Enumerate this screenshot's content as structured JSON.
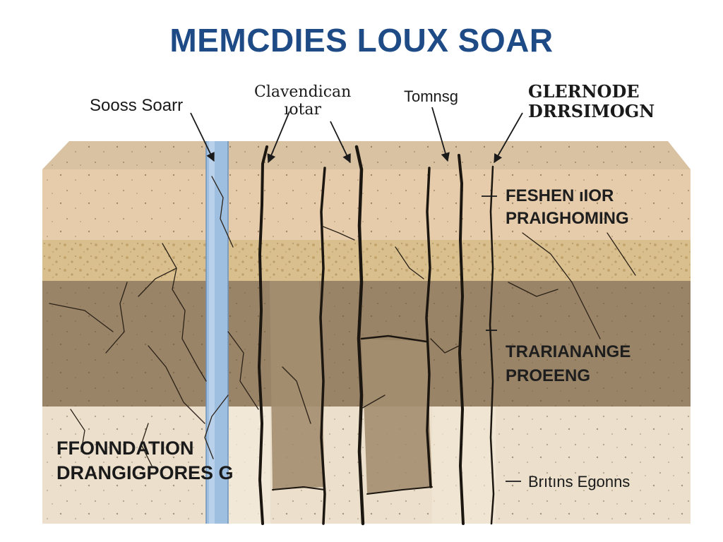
{
  "title": "MEMCDIES LOUX SOAR",
  "labels": {
    "soos_soar": "Sooss Soarr",
    "clavendican_line1": "Clavendican",
    "clavendican_line2": "ıotar",
    "tomnsg": "Tomnsg",
    "glernode_line1": "GLERNODE",
    "glernode_line2": "DRRSIMOGN",
    "feshen_line1": "FESHEN ıIOR",
    "feshen_line2": "PRAIGHOMING",
    "trarianange_line1": "TRARIANANGE",
    "trarianange_line2": "PROEENG",
    "fondation_line1": "FFONNDATION",
    "fondation_line2": "DRANGIGPORES G",
    "britans": "Brıtıns Egonns"
  },
  "colors": {
    "title_blue": "#1e4b86",
    "drain_blue": "#9fbfe0",
    "top_layer": "#e6ccaa",
    "gravel_layer": "#d9bf8e",
    "clay_layer": "#9a8467",
    "base_layer": "#ece0cc",
    "crack": "#1c1610"
  },
  "icons": {
    "arrow": "leader-arrow-icon"
  }
}
